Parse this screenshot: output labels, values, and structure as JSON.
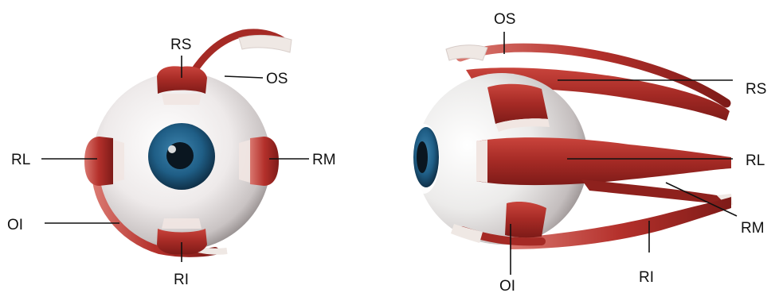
{
  "front_view": {
    "labels": {
      "rs": "RS",
      "os": "OS",
      "rl": "RL",
      "rm": "RM",
      "oi": "OI",
      "ri": "RI"
    }
  },
  "side_view": {
    "labels": {
      "os": "OS",
      "rs": "RS",
      "rl": "RL",
      "rm": "RM",
      "ri": "RI",
      "oi": "OI"
    }
  },
  "colors": {
    "muscle": "#b4302b",
    "muscle_dark": "#7e1b18",
    "muscle_light": "#d9776f",
    "tendon": "#efe8e4",
    "sclera": "#e6e2e2",
    "sclera_shadow": "#8c8585",
    "iris": "#1f5e86",
    "pupil": "#0a1620",
    "label": "#111111"
  }
}
